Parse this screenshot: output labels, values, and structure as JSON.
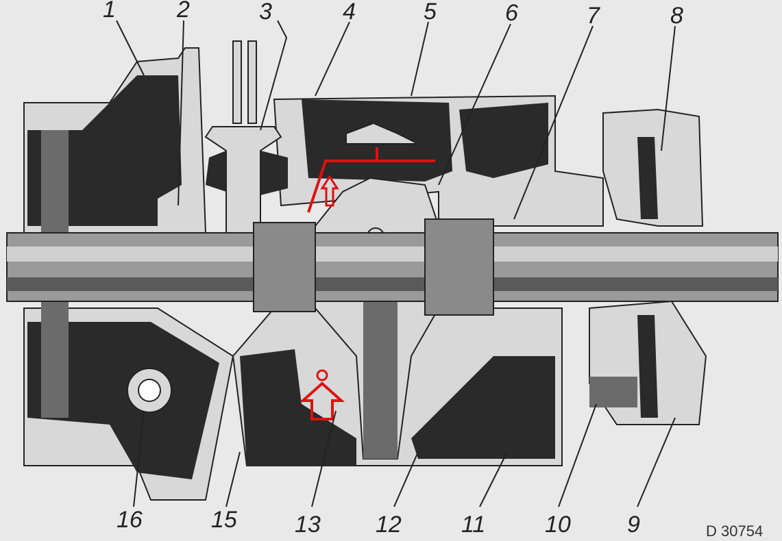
{
  "diagram": {
    "callouts": [
      "1",
      "2",
      "3",
      "4",
      "5",
      "6",
      "7",
      "8",
      "9",
      "10",
      "11",
      "12",
      "13",
      "15",
      "16"
    ],
    "drawing_code": "D 30754",
    "colors": {
      "background": "#e9e9e9",
      "ink": "#222222",
      "highlight": "#e01010"
    }
  }
}
